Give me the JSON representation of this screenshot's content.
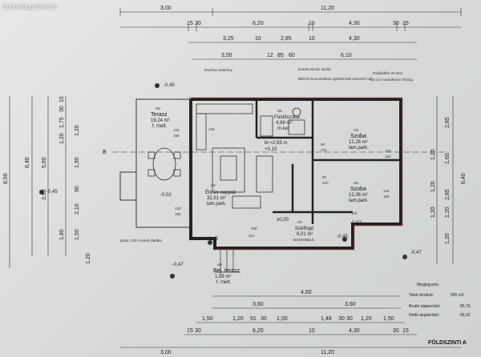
{
  "watermark": "Otthonfüggetlen.hu",
  "top_dims": {
    "row1": [
      "3,00",
      "11,20"
    ],
    "row2": [
      "15",
      "30",
      "6,20",
      "10",
      "4,30",
      "30",
      "15"
    ],
    "row3": [
      "3,25",
      "10",
      "2,85",
      "10",
      "4,30"
    ],
    "row4": [
      "3,55",
      "12",
      "85",
      "60",
      "6,10"
    ]
  },
  "bottom_dims": {
    "row1": [
      "4,60"
    ],
    "row2": [
      "3,60",
      "3,60"
    ],
    "row3": [
      "1,50",
      "1,20",
      "91",
      "30",
      "1,00",
      "1,48",
      "30",
      "30",
      "1,20",
      "1,50"
    ],
    "row4": [
      "15",
      "30",
      "6,20",
      "10",
      "4,30",
      "30",
      "15"
    ],
    "row5": [
      "3,00",
      "11,20"
    ]
  },
  "left_dims": {
    "outer": [
      "8,50"
    ],
    "mid": [
      "6,40",
      "5,80"
    ],
    "inner": [
      "15",
      "30",
      "1,75",
      "1,20",
      "1,20",
      "3,95",
      "1,90",
      "90",
      "2,10",
      "1,80",
      "1,50",
      "1,20"
    ]
  },
  "right_dims": {
    "outer": [
      "6,40"
    ],
    "inner": [
      "2,85",
      "1,20",
      "1,60",
      "2,85",
      "1,20",
      "1,20",
      "1,20",
      "1,20"
    ]
  },
  "rooms": [
    {
      "num": "-06-",
      "name": "Terasz",
      "area": "19,24 m²",
      "floor": "f. mett."
    },
    {
      "num": "-05-",
      "name": "Fürdőszoba",
      "area": "4,98 m²",
      "floor": "m.ker"
    },
    {
      "num": "-03-",
      "name": "Szoba",
      "area": "12,26 m²",
      "floor": "lam.park."
    },
    {
      "num": "-04-",
      "name": "Szoba",
      "area": "12,36 m²",
      "floor": "lam.park."
    },
    {
      "num": "-02-",
      "name": "Étk.ko-nappali",
      "area": "32,51 m²",
      "floor": "lam.park."
    },
    {
      "num": "-01-",
      "name": "Szélfogó",
      "area": "6,01 m²",
      "floor": "kerámialap.b."
    },
    {
      "num": "-05-",
      "name": "Bej. terasz",
      "area": "1,99 m²",
      "floor": "f. mett."
    }
  ],
  "annotations": {
    "kamra": "kémény szekrény",
    "kond": "kondenzációs kazán",
    "kond2": "Ø5/120 koncentrikus égéstermék elvezető cső",
    "padlas": "Padlásfém 20 Ncd",
    "padlas2": "+15 cm Austrotherm hőszig.",
    "level_a": "-0,45",
    "level_b": "-0,45",
    "level_c": "-0,02",
    "level_d": "±0,00",
    "level_e": "-0,02",
    "level_f": "-0,47",
    "level_g": "-0,47",
    "level_h": "-0,45",
    "level_i": "-0,45",
    "belmag": "br.=2,65 m",
    "belmag2": "+0,10",
    "jarda": "járda 1,00 m-késé dlatáka",
    "b_marker": "B",
    "win_120_a": "120",
    "win_150_a": "150",
    "win_90": "90",
    "win_210": "210",
    "win_100": "100",
    "win_120_b": "120",
    "win_90b": "90",
    "win_210b": "210",
    "win_120_c": "120",
    "win_150_c": "150",
    "win_120_d": "120",
    "win_150_d": "150",
    "win_120_e": "120",
    "win_150_e": "150",
    "win_100b": "100",
    "win_210c": "210"
  },
  "legend": {
    "title": "Megjegyzés:",
    "l1_label": "Telek területe:",
    "l1_val": "695 m2",
    "l2_label": "Bruttó alapterület:",
    "l2_val": "85,76",
    "l3_label": "Nettó alapterület:",
    "l3_val": "66,02"
  },
  "sheet_title": "FÖLDSZINTI A"
}
